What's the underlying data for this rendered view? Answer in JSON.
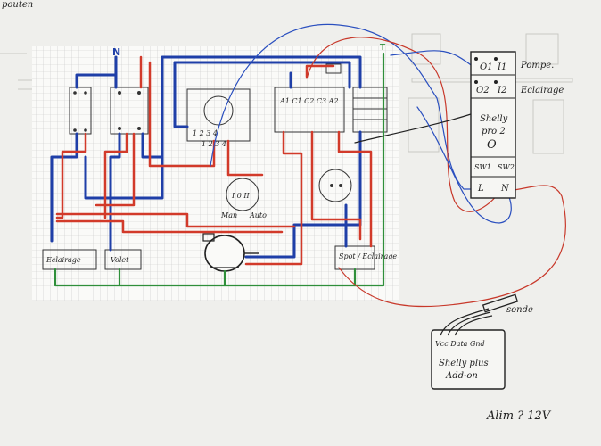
{
  "scribble_top": "pouten",
  "labels": {
    "neutral": "N",
    "earth": "T",
    "contactor_terminals": "1   2   3   4",
    "timer_terminals": "1   2   3   4",
    "relay_terminals": "A1 C1  C2  C3  A2",
    "selector_left": "Man",
    "selector_right": "Auto",
    "selector_positions": "I  0  II",
    "box_left": "Eclairage",
    "box_mid": "Volet",
    "box_right": "Spot / Eclairage"
  },
  "shelly_pro2": {
    "top_left": "O1",
    "top_right": "I1",
    "mid_left": "O2",
    "mid_right": "I2",
    "title": "Shelly",
    "subtitle": "pro 2",
    "symbol": "O",
    "sw_left": "SW1",
    "sw_right": "SW2",
    "bottom_left": "L",
    "bottom_right": "N"
  },
  "annotations": {
    "pompe": "Pompe.",
    "eclairage": "Eclairage",
    "sonde": "sonde",
    "alim": "Alim ? 12V"
  },
  "addon": {
    "pins": "Vcc Data Gnd",
    "title": "Shelly plus",
    "subtitle": "Add-on"
  }
}
